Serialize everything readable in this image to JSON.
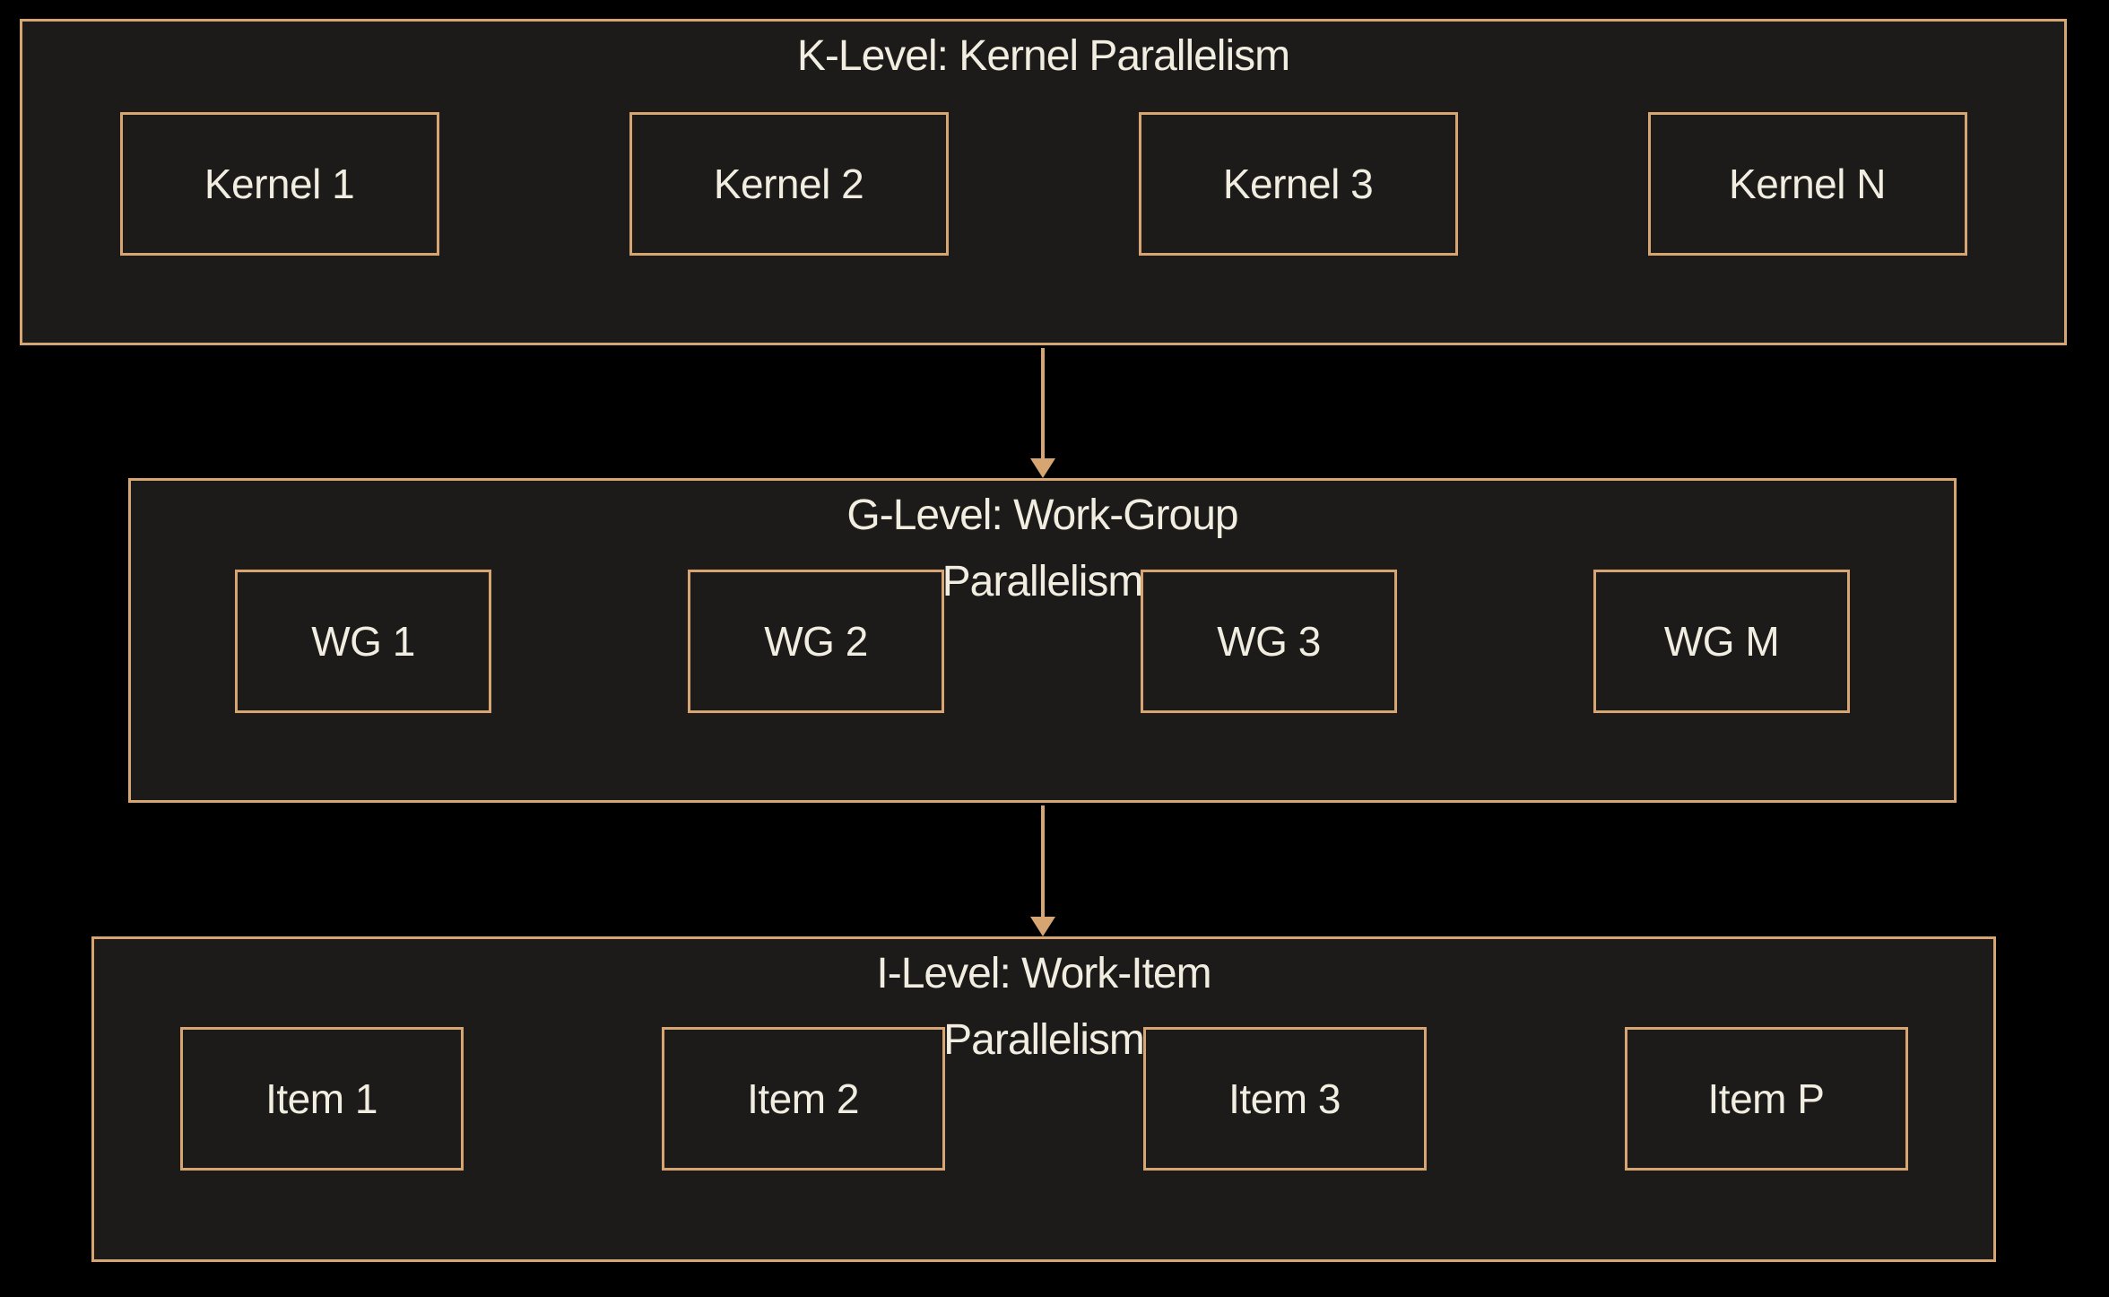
{
  "colors": {
    "background": "#000000",
    "panel": "#1c1b19",
    "border": "#d6a572",
    "arrow": "#d6a572",
    "text": "#f2ede1"
  },
  "levels": [
    {
      "id": "k-level",
      "title": "K-Level: Kernel Parallelism",
      "title_lines": [
        "K-Level: Kernel Parallelism"
      ],
      "nodes": [
        "Kernel 1",
        "Kernel 2",
        "Kernel 3",
        "Kernel N"
      ]
    },
    {
      "id": "g-level",
      "title": "G-Level: Work-Group Parallelism",
      "title_lines": [
        "G-Level: Work-Group",
        "Parallelism"
      ],
      "nodes": [
        "WG 1",
        "WG 2",
        "WG 3",
        "WG M"
      ]
    },
    {
      "id": "i-level",
      "title": "I-Level: Work-Item Parallelism",
      "title_lines": [
        "I-Level: Work-Item",
        "Parallelism"
      ],
      "nodes": [
        "Item 1",
        "Item 2",
        "Item 3",
        "Item P"
      ]
    }
  ],
  "arrows": [
    {
      "from": "K-Level",
      "to": "G-Level",
      "direction": "down"
    },
    {
      "from": "G-Level",
      "to": "I-Level",
      "direction": "down"
    }
  ]
}
